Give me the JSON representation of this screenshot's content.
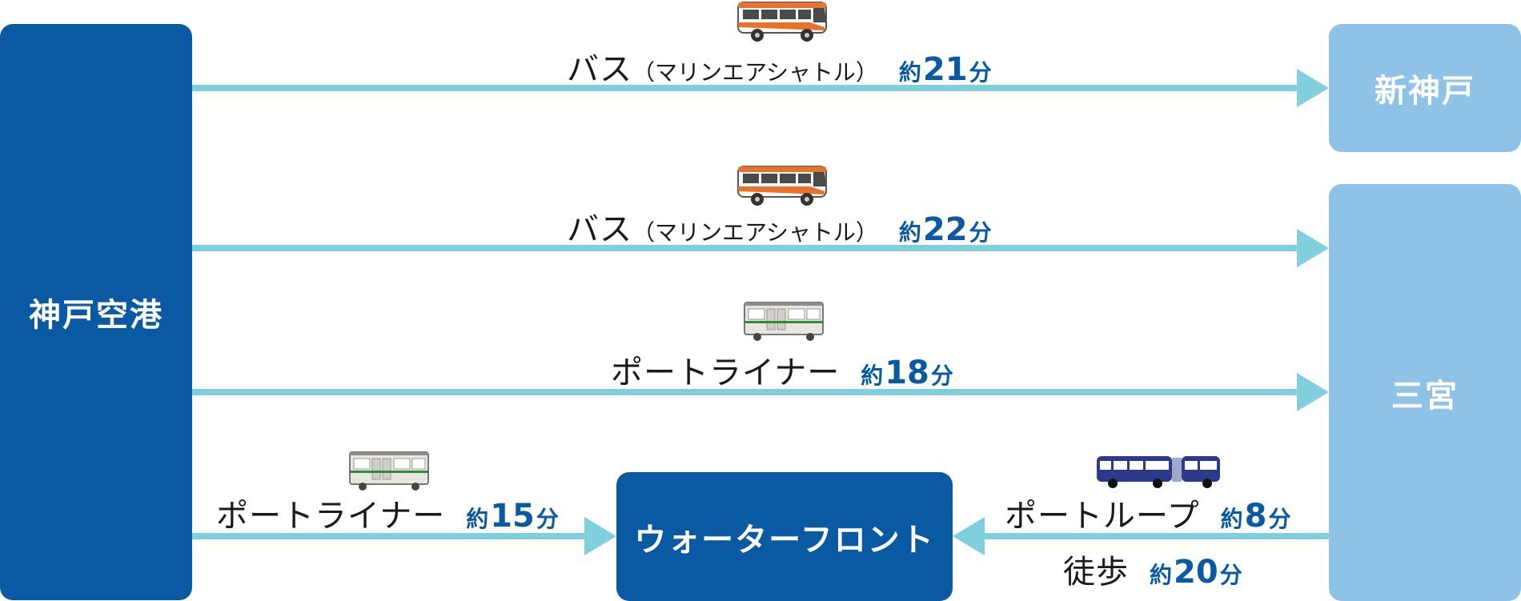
{
  "nodes": {
    "kobe_airport": "神戸空港",
    "shin_kobe": "新神戸",
    "sannomiya": "三宮",
    "waterfront": "ウォーターフロント"
  },
  "routes": [
    {
      "mode": "バス",
      "sub": "（マリンエアシャトル）",
      "pre": "約",
      "num": "21",
      "unit": "分",
      "icon": "bus-icon"
    },
    {
      "mode": "バス",
      "sub": "（マリンエアシャトル）",
      "pre": "約",
      "num": "22",
      "unit": "分",
      "icon": "bus-icon"
    },
    {
      "mode": "ポートライナー",
      "pre": "約",
      "num": "18",
      "unit": "分",
      "icon": "train-icon"
    },
    {
      "mode": "ポートライナー",
      "pre": "約",
      "num": "15",
      "unit": "分",
      "icon": "train-icon"
    },
    {
      "mode": "ポートループ",
      "pre": "約",
      "num": "8",
      "unit": "分",
      "icon": "loop-bus-icon"
    },
    {
      "mode": "徒歩",
      "pre": "約",
      "num": "20",
      "unit": "分"
    }
  ],
  "colors": {
    "dark_box": "#0a5aa3",
    "light_box": "#8ec2e6",
    "arrow": "#7fd0dc",
    "time_text": "#0a5aa3"
  }
}
